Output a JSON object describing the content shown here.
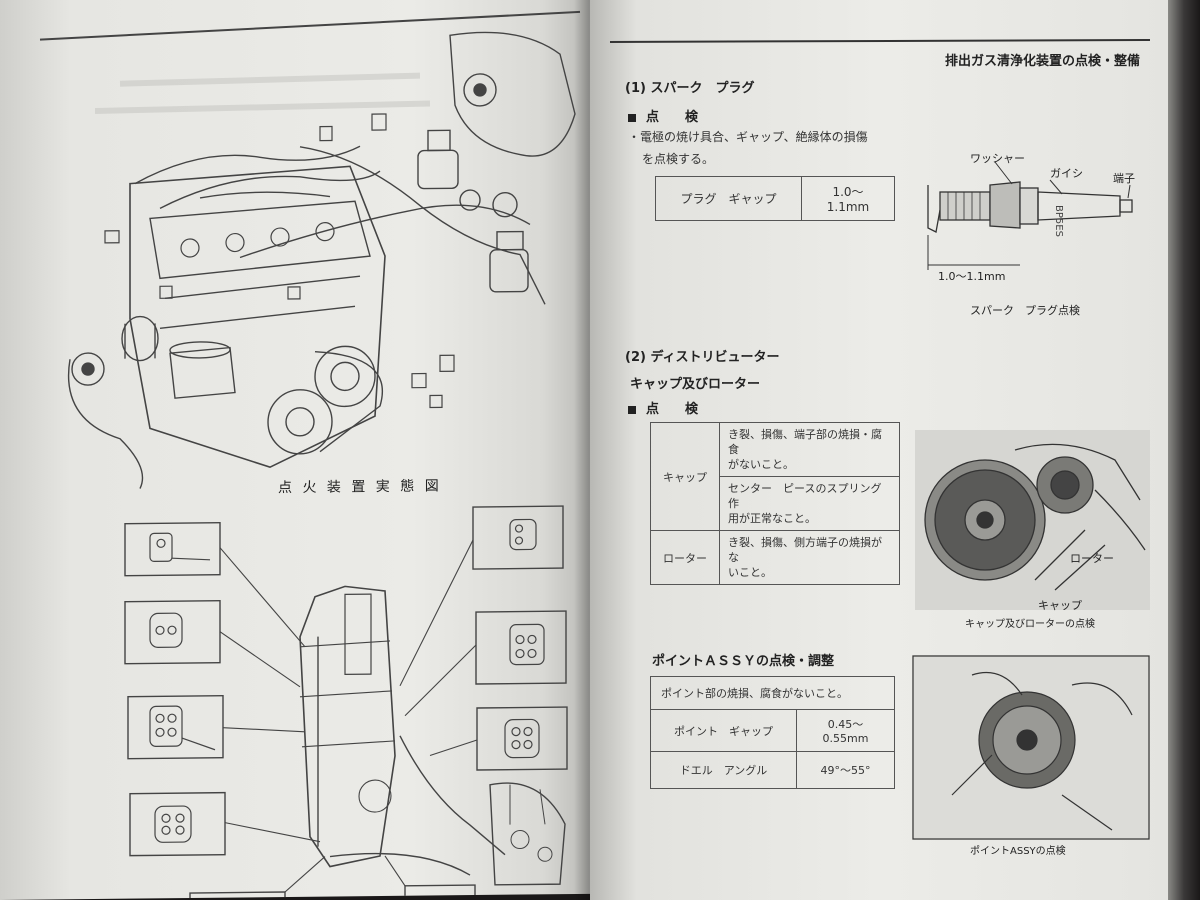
{
  "left_page": {
    "caption_ignition": "点 火 装 置 実 態 図"
  },
  "right_page": {
    "header": "排出ガス清浄化装置の点検・整備",
    "spark_plug": {
      "heading": "(1)  スパーク　プラグ",
      "inspect_label": "点　　検",
      "bullet_line1": "・電極の焼け具合、ギャップ、絶縁体の損傷",
      "bullet_line2": "を点検する。",
      "table_label": "プラグ　ギャップ",
      "table_value": "1.0〜1.1mm",
      "fig_label_washer": "ワッシャー",
      "fig_label_insulator": "ガイシ",
      "fig_label_terminal": "端子",
      "fig_plug_marking": "BP5ES",
      "fig_gap": "1.0〜1.1mm",
      "fig_caption": "スパーク　プラグ点検"
    },
    "distributor": {
      "heading": "(2)  ディストリビューター",
      "subheading": "キャップ及びローター",
      "inspect_label": "点　　検",
      "row_cap_label": "キャップ",
      "row_cap_item1_line1": "き裂、損傷、端子部の焼損・腐食",
      "row_cap_item1_line2": "がないこと。",
      "row_cap_item2_line1": "センター　ピースのスプリング作",
      "row_cap_item2_line2": "用が正常なこと。",
      "row_rotor_label": "ローター",
      "row_rotor_line1": "き裂、損傷、側方端子の焼損がな",
      "row_rotor_line2": "いこと。",
      "fig_label_rotor": "ローター",
      "fig_label_cap": "キャップ",
      "fig_caption": "キャップ及びローターの点検"
    },
    "point_assy": {
      "heading": "ポイントＡＳＳＹの点検・調整",
      "row1": "ポイント部の焼損、腐食がないこと。",
      "row2_label": "ポイント　ギャップ",
      "row2_value": "0.45〜0.55mm",
      "row3_label": "ドエル　アングル",
      "row3_value": "49°〜55°",
      "fig_caption": "ポイントASSYの点検"
    }
  }
}
